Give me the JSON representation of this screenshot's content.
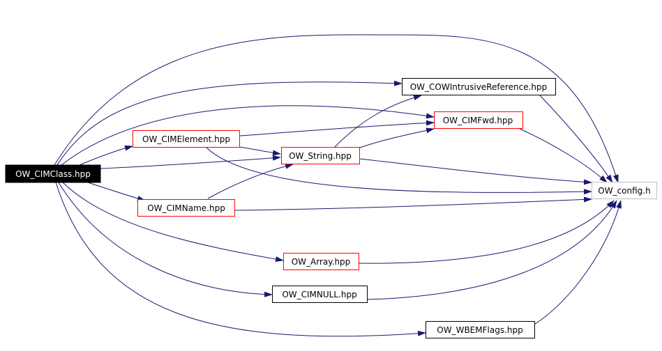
{
  "colors": {
    "edge": "#191970",
    "root_fill": "#000000",
    "root_text": "#ffffff",
    "documented_border": "#000000",
    "undocumented_border": "#ff0000",
    "external_border": "#bfbfbf"
  },
  "nodes": {
    "cimclass": {
      "label": "OW_CIMClass.hpp",
      "kind": "root"
    },
    "cimelement": {
      "label": "OW_CIMElement.hpp",
      "kind": "undocumented"
    },
    "string": {
      "label": "OW_String.hpp",
      "kind": "undocumented"
    },
    "cowintrusive": {
      "label": "OW_COWIntrusiveReference.hpp",
      "kind": "documented"
    },
    "cimfwd": {
      "label": "OW_CIMFwd.hpp",
      "kind": "undocumented"
    },
    "config": {
      "label": "OW_config.h",
      "kind": "external"
    },
    "cimname": {
      "label": "OW_CIMName.hpp",
      "kind": "undocumented"
    },
    "array": {
      "label": "OW_Array.hpp",
      "kind": "undocumented"
    },
    "cimnull": {
      "label": "OW_CIMNULL.hpp",
      "kind": "documented"
    },
    "wbemflags": {
      "label": "OW_WBEMFlags.hpp",
      "kind": "documented"
    }
  }
}
